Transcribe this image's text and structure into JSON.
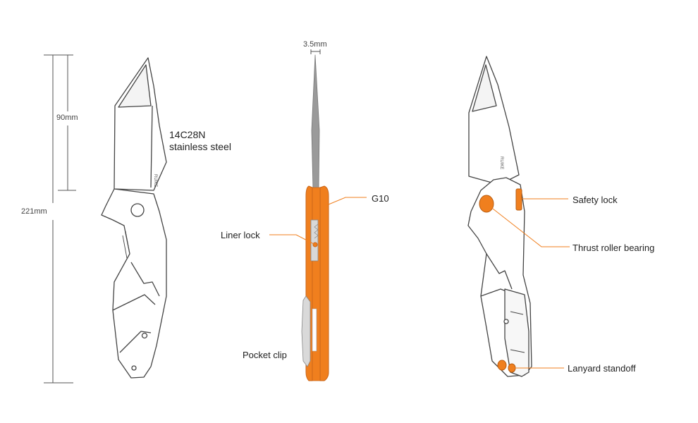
{
  "dimensions": {
    "overall_length": "221mm",
    "blade_length": "90mm",
    "blade_thickness": "3.5mm"
  },
  "blade_material": {
    "line1": "14C28N",
    "line2": "stainless steel"
  },
  "callouts": {
    "g10": "G10",
    "liner_lock": "Liner lock",
    "pocket_clip": "Pocket clip",
    "safety_lock": "Safety lock",
    "thrust_bearing": "Thrust roller bearing",
    "lanyard_standoff": "Lanyard standoff"
  },
  "blade_logo": "RUIKE",
  "colors": {
    "accent_orange": "#f07f1e",
    "line_gray": "#555555",
    "blade_gray": "#999999"
  }
}
